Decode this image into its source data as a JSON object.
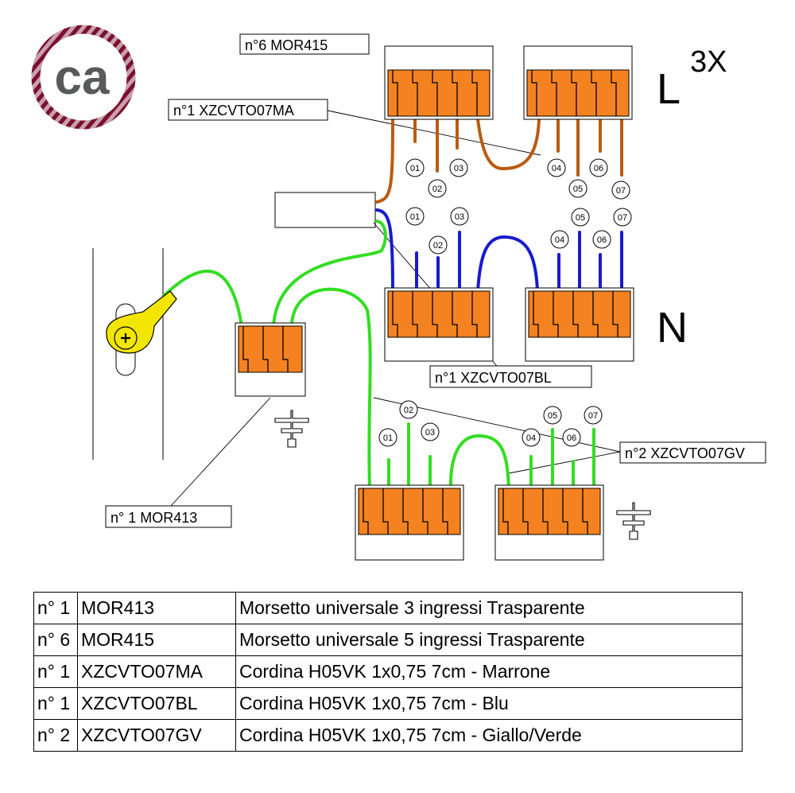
{
  "logo": {
    "text": "ca"
  },
  "labels": {
    "mor415": "n°6 MOR415",
    "cable_brown": "n°1 XZCVTO07MA",
    "cable_blue": "n°1 XZCVTO07BL",
    "cable_green": "n°2 XZCVTO07GV",
    "mor413": "n° 1  MOR413",
    "line": "L",
    "multiplier": "3X",
    "neutral": "N"
  },
  "wire_numbers": [
    "01",
    "02",
    "03",
    "04",
    "05",
    "06",
    "07"
  ],
  "colors": {
    "brown_wire": "#b85c12",
    "blue_wire": "#1a1acc",
    "green_wire": "#33dd22",
    "connector_orange": "#f58220",
    "ground_lug_yellow": "#f2e600",
    "logo_rope": "#7a1030"
  },
  "table": {
    "rows": [
      {
        "qty": "n° 1",
        "code": "MOR413",
        "description": "Morsetto universale 3 ingressi Trasparente"
      },
      {
        "qty": "n° 6",
        "code": "MOR415",
        "description": "Morsetto universale 5 ingressi  Trasparente"
      },
      {
        "qty": "n° 1",
        "code": "XZCVTO07MA",
        "description": "Cordina H05VK 1x0,75 7cm - Marrone"
      },
      {
        "qty": "n° 1",
        "code": "XZCVTO07BL",
        "description": "Cordina H05VK 1x0,75 7cm - Blu"
      },
      {
        "qty": "n° 2",
        "code": "XZCVTO07GV",
        "description": "Cordina H05VK 1x0,75 7cm - Giallo/Verde"
      }
    ]
  }
}
